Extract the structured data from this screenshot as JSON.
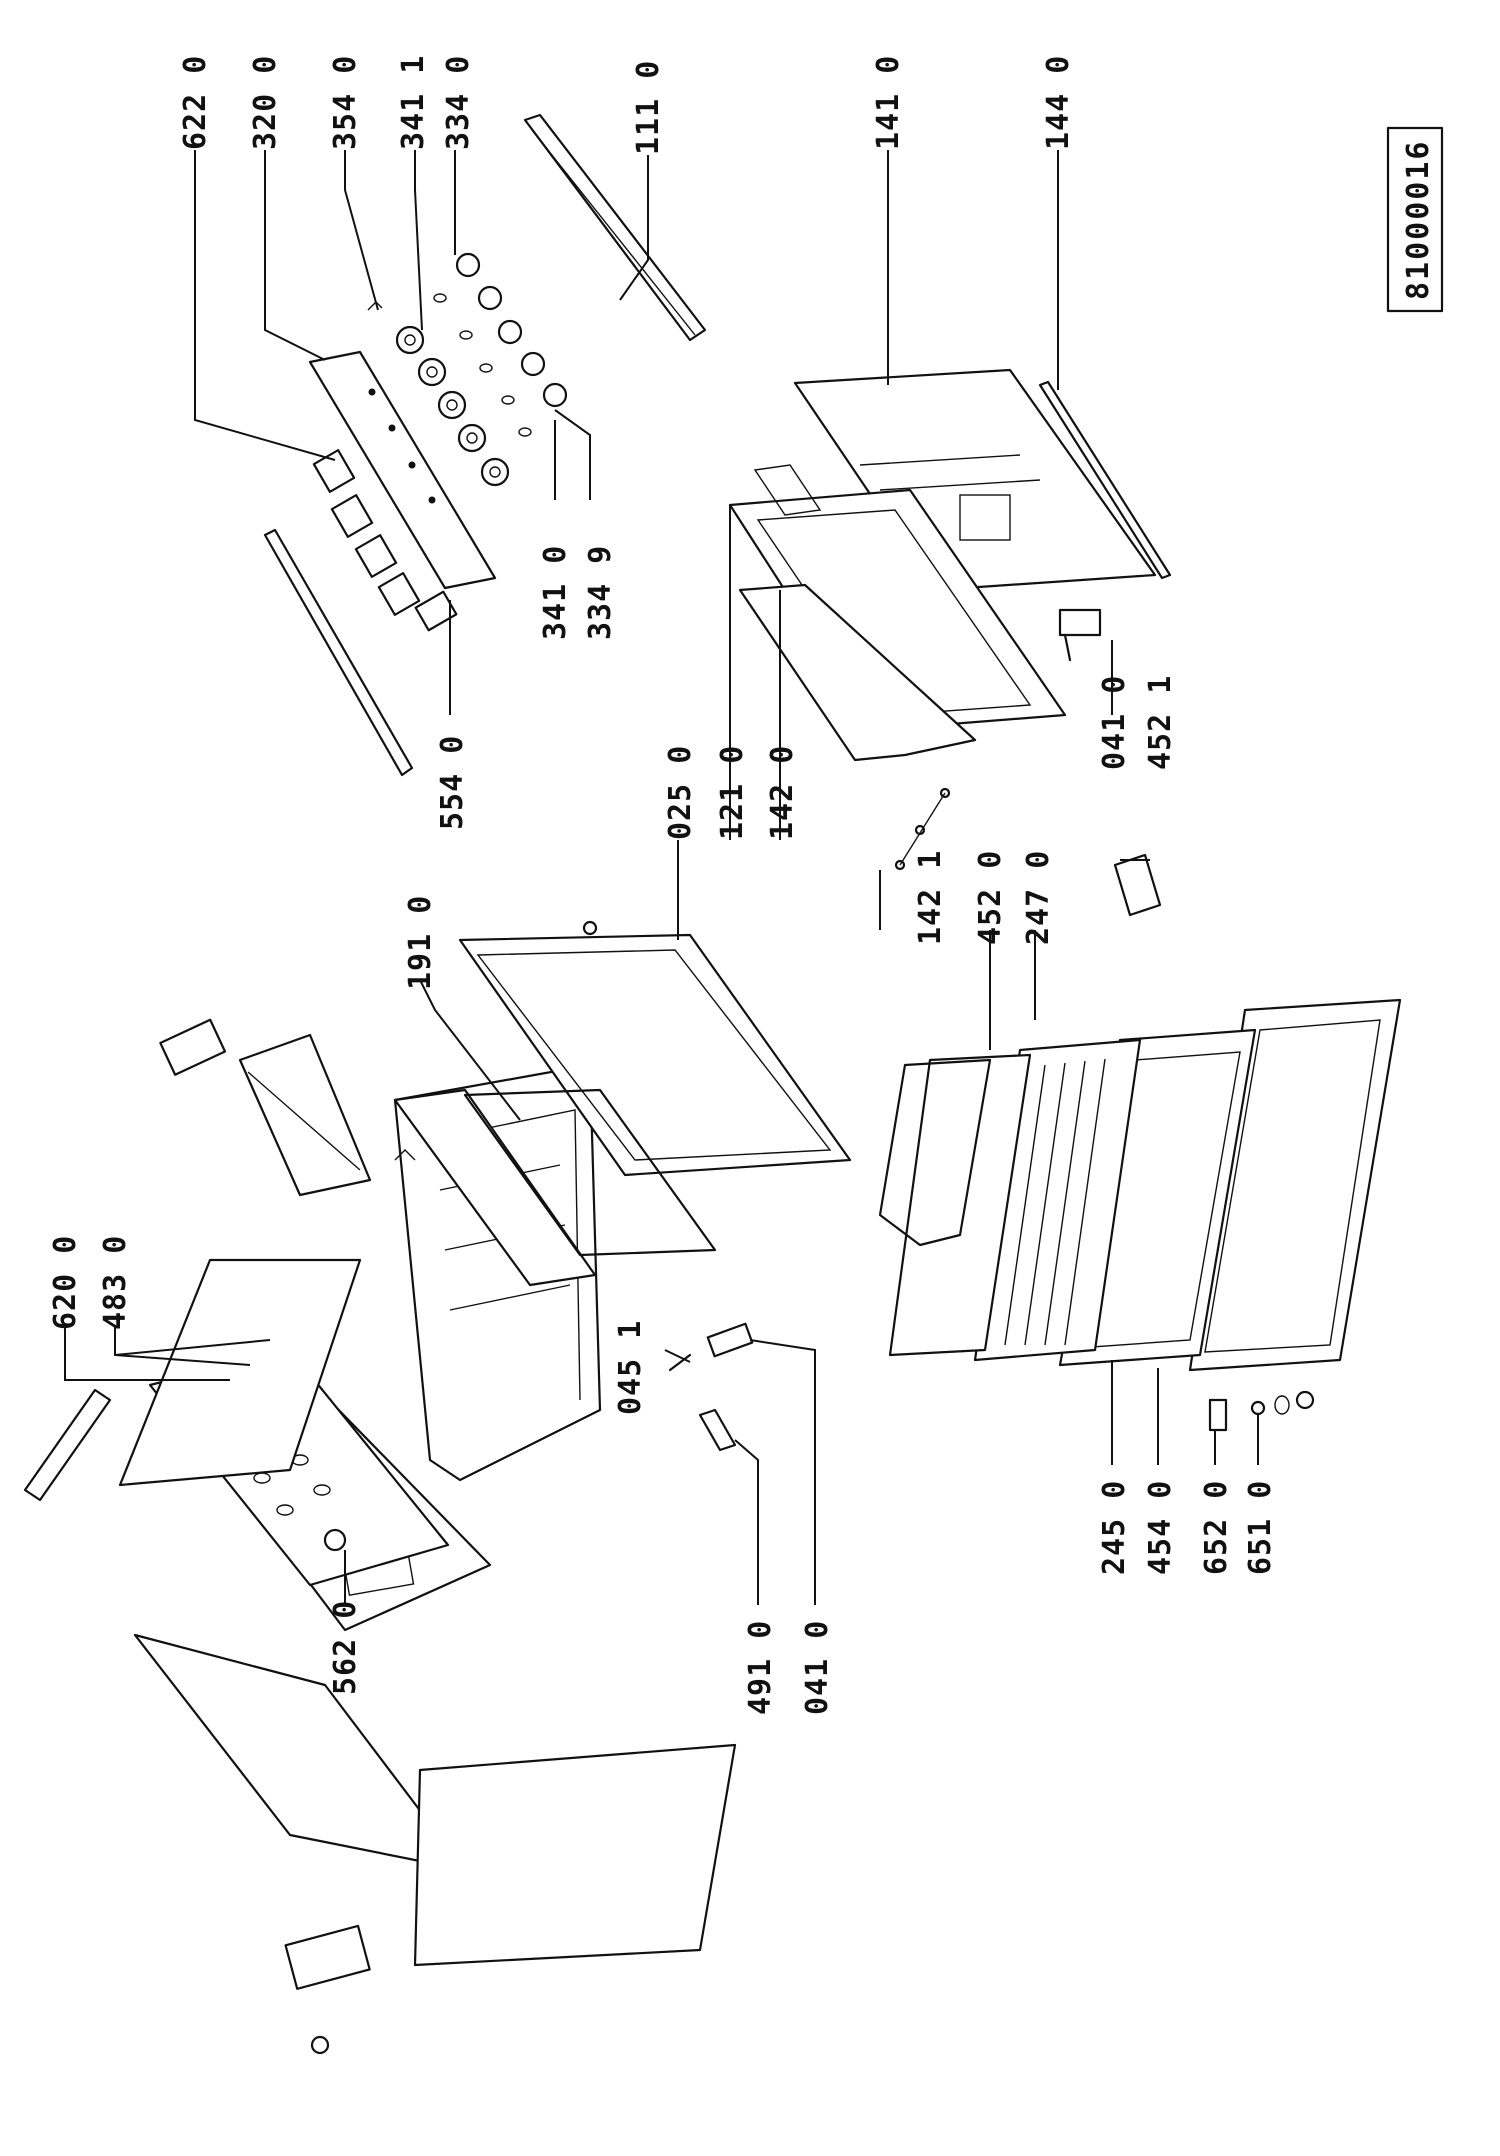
{
  "document_id": "81000016",
  "labels": {
    "l_6220": "622 0",
    "l_3200": "320 0",
    "l_3540": "354 0",
    "l_3411": "341 1",
    "l_3340": "334 0",
    "l_1110": "111 0",
    "l_1410": "141 0",
    "l_1440": "144 0",
    "l_3410": "341 0",
    "l_3349": "334 9",
    "l_5540": "554 0",
    "l_0250": "025 0",
    "l_1210": "121 0",
    "l_1420": "142 0",
    "l_0410b": "041 0",
    "l_4521": "452 1",
    "l_1421": "142 1",
    "l_4520": "452 0",
    "l_2470": "247 0",
    "l_1910": "191 0",
    "l_6200": "620 0",
    "l_4830": "483 0",
    "l_0451": "045 1",
    "l_5620": "562 0",
    "l_4910": "491 0",
    "l_0410a": "041 0",
    "l_2450": "245 0",
    "l_4540": "454 0",
    "l_6520": "652 0",
    "l_6510": "651 0"
  }
}
